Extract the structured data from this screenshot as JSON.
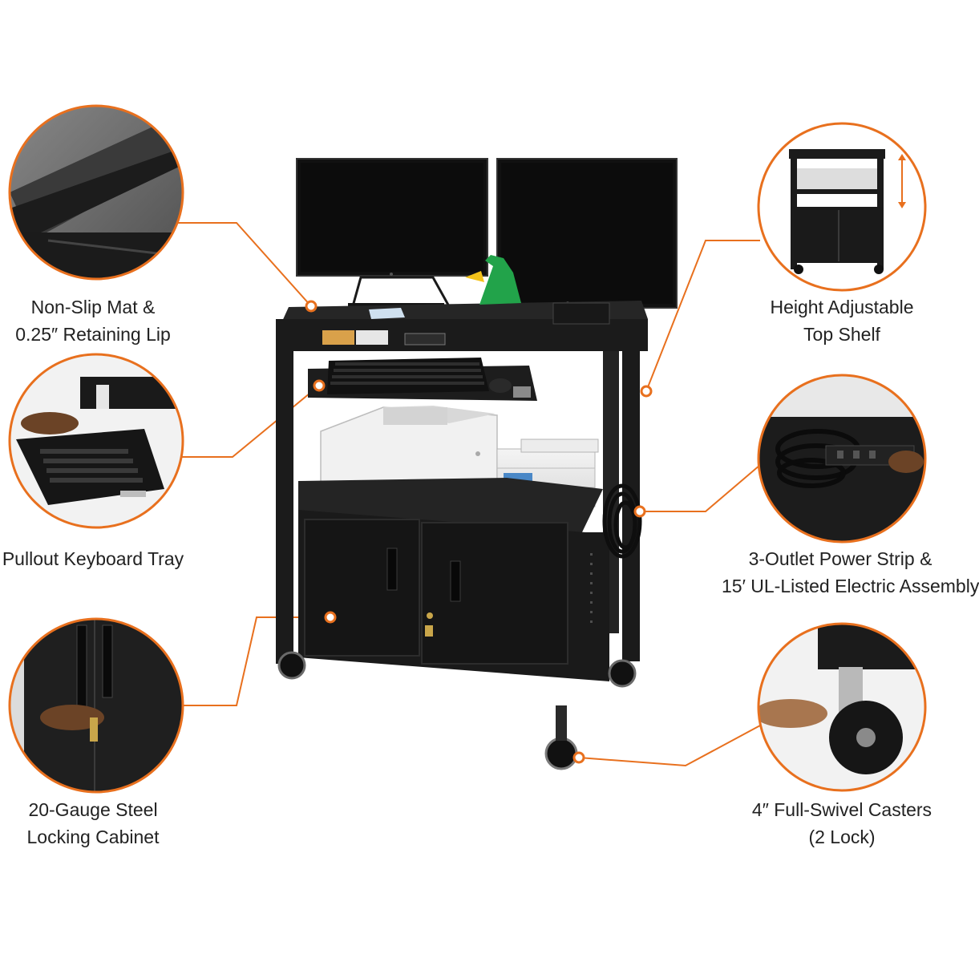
{
  "colors": {
    "accent": "#e8701e",
    "cart": "#1b1b1b",
    "background": "#ffffff"
  },
  "callouts": [
    {
      "id": "mat",
      "icon": "non-slip-mat-closeup-icon",
      "line1": "Non-Slip Mat &",
      "line2": "0.25″ Retaining Lip"
    },
    {
      "id": "keyboard",
      "icon": "keyboard-tray-closeup-icon",
      "line1": "Pullout Keyboard Tray",
      "line2": ""
    },
    {
      "id": "cabinet",
      "icon": "locking-cabinet-closeup-icon",
      "line1": "20-Gauge Steel",
      "line2": "Locking Cabinet"
    },
    {
      "id": "shelf",
      "icon": "height-adjustable-cart-icon",
      "line1": "Height Adjustable",
      "line2": "Top Shelf"
    },
    {
      "id": "power",
      "icon": "power-strip-closeup-icon",
      "line1": "3-Outlet Power Strip &",
      "line2": "15′ UL-Listed Electric Assembly"
    },
    {
      "id": "casters",
      "icon": "swivel-caster-closeup-icon",
      "line1": "4″ Full-Swivel Casters",
      "line2": "(2 Lock)"
    }
  ]
}
